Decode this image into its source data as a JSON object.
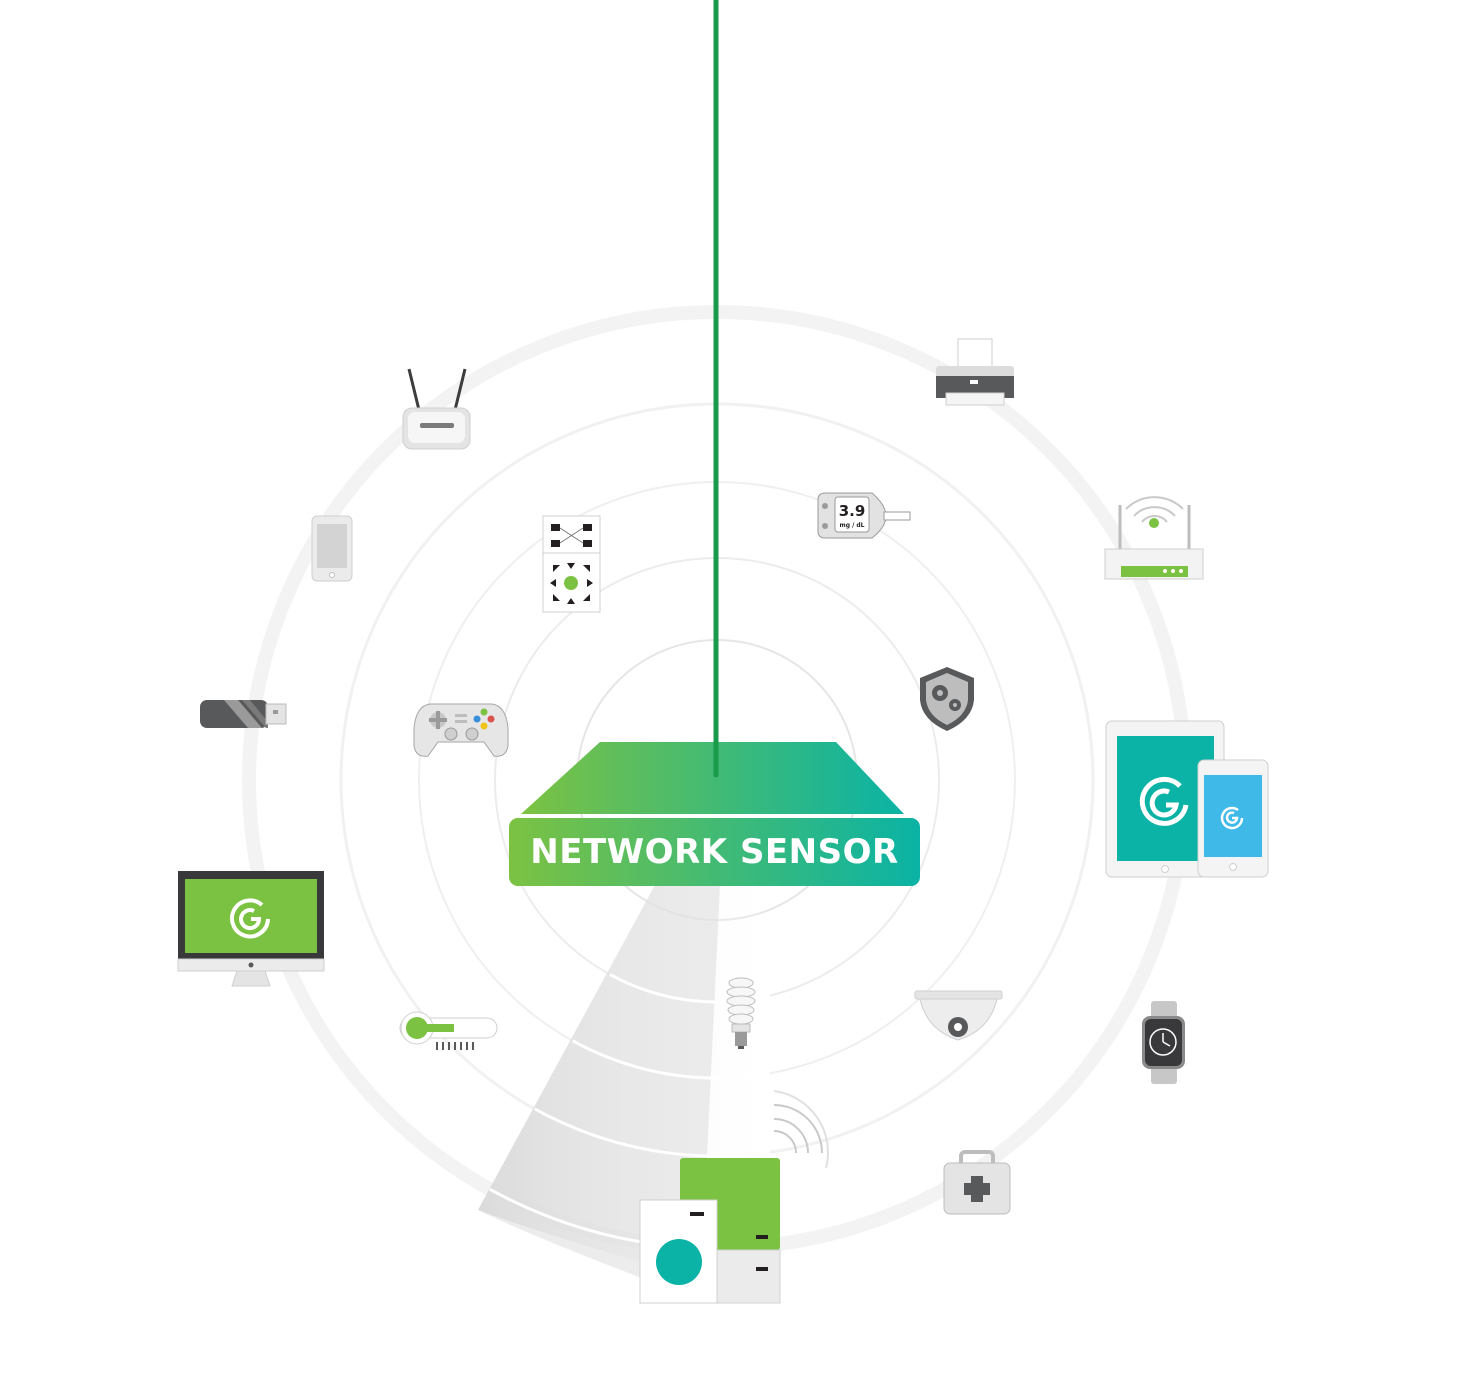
{
  "sensor": {
    "label": "NETWORK SENSOR",
    "colors": {
      "gradient_start": "#7cc242",
      "gradient_end": "#0ab3a5",
      "cable": "#1a9b4b"
    }
  },
  "glucose_meter": {
    "reading": "3.9",
    "unit": "mg / dL"
  },
  "devices": [
    "printer-icon",
    "wireless-router-icon",
    "wifi-router-icon",
    "smartphone-icon",
    "network-topology-icon",
    "glucose-meter-icon",
    "usb-drive-icon",
    "game-controller-icon",
    "security-shield-icon",
    "tablet-phone-icon",
    "desktop-monitor-icon",
    "thermostat-icon",
    "light-bulb-icon",
    "security-camera-icon",
    "smartwatch-icon",
    "first-aid-kit-icon",
    "washer-dryer-icon"
  ],
  "colors": {
    "brand_green": "#7cc242",
    "brand_teal": "#0ab3a5",
    "device_gray": "#58595b",
    "ring_gray": "#efefef"
  }
}
